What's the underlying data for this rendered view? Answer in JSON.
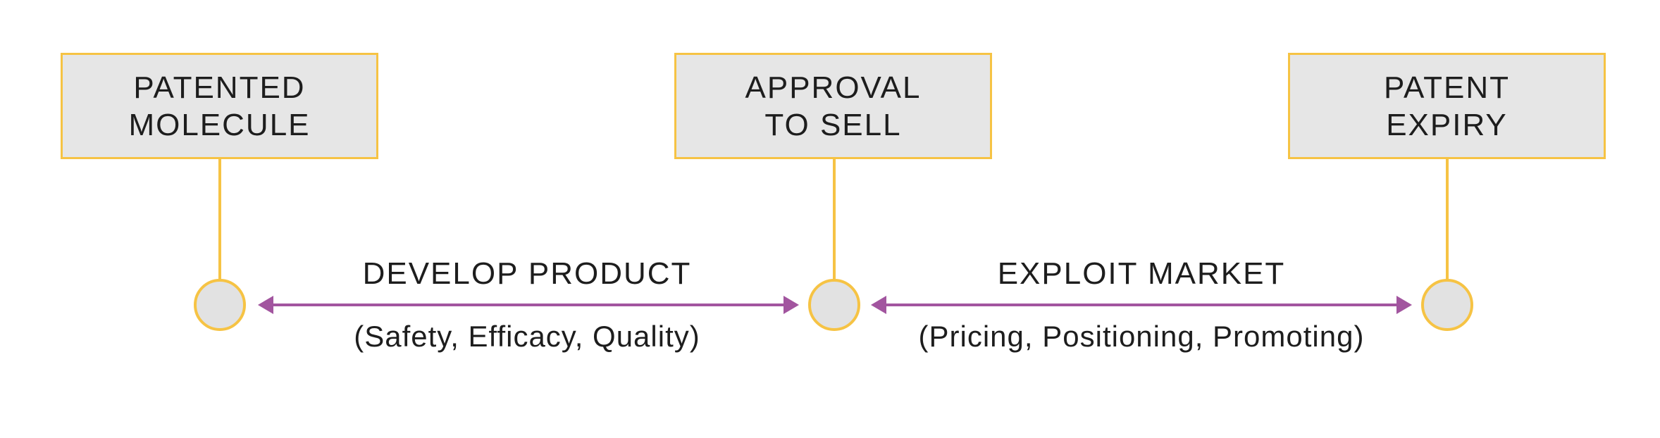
{
  "diagram": {
    "colors": {
      "box_fill": "#e6e6e6",
      "box_border": "#f6c344",
      "connector": "#f6c344",
      "node_fill": "#e2e2e2",
      "arrow": "#a2559f",
      "text": "#1d1d1d"
    },
    "milestones": [
      {
        "line1": "PATENTED",
        "line2": "MOLECULE"
      },
      {
        "line1": "APPROVAL",
        "line2": "TO SELL"
      },
      {
        "line1": "PATENT",
        "line2": "EXPIRY"
      }
    ],
    "phases": [
      {
        "title": "DEVELOP PRODUCT",
        "subtitle": "(Safety, Efficacy, Quality)"
      },
      {
        "title": "EXPLOIT MARKET",
        "subtitle": "(Pricing, Positioning, Promoting)"
      }
    ]
  }
}
